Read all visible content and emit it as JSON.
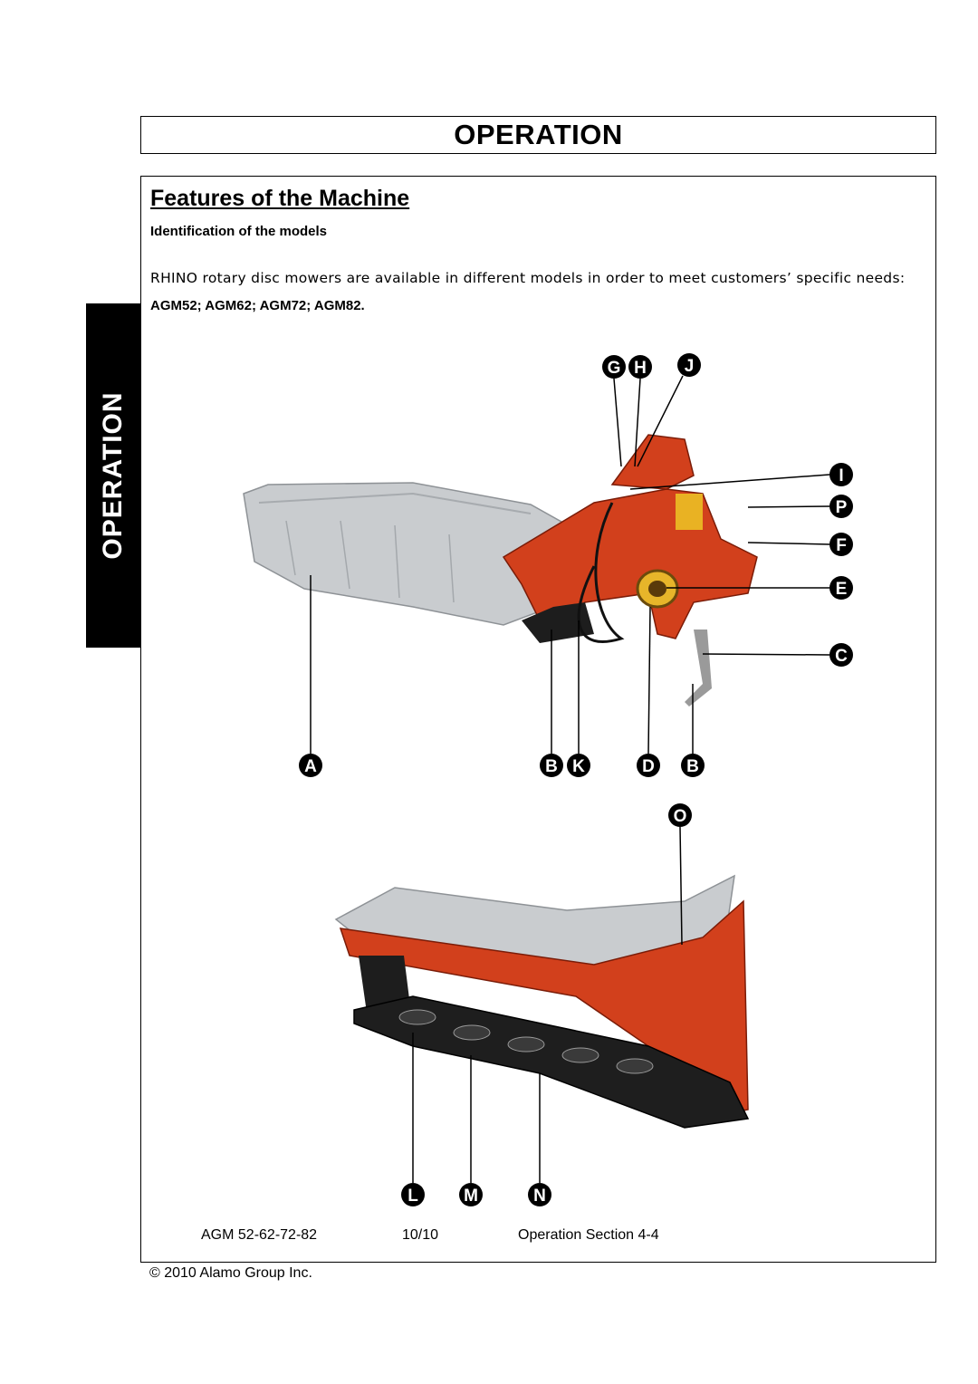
{
  "header": {
    "title": "OPERATION"
  },
  "side_tab": {
    "label": "OPERATION"
  },
  "section": {
    "title": "Features of the Machine",
    "subheading": "Identification of the models",
    "intro": "RHINO rotary disc mowers are available in different models in order to meet customers’ specific needs:",
    "models": "AGM52; AGM62; AGM72; AGM82."
  },
  "figure1": {
    "labels": {
      "G": "G",
      "H": "H",
      "J": "J",
      "I": "I",
      "P": "P",
      "F": "F",
      "E": "E",
      "C": "C",
      "A": "A",
      "B1": "B",
      "K": "K",
      "D": "D",
      "B2": "B"
    }
  },
  "figure2": {
    "labels": {
      "O": "O",
      "L": "L",
      "M": "M",
      "N": "N"
    }
  },
  "footer": {
    "model": "AGM 52-62-72-82",
    "date": "10/10",
    "page": "Operation Section 4-4"
  },
  "copyright": "© 2010 Alamo Group Inc.",
  "colors": {
    "mower_red": "#d2401c",
    "cover_grey": "#c9cccf",
    "black": "#000000"
  }
}
